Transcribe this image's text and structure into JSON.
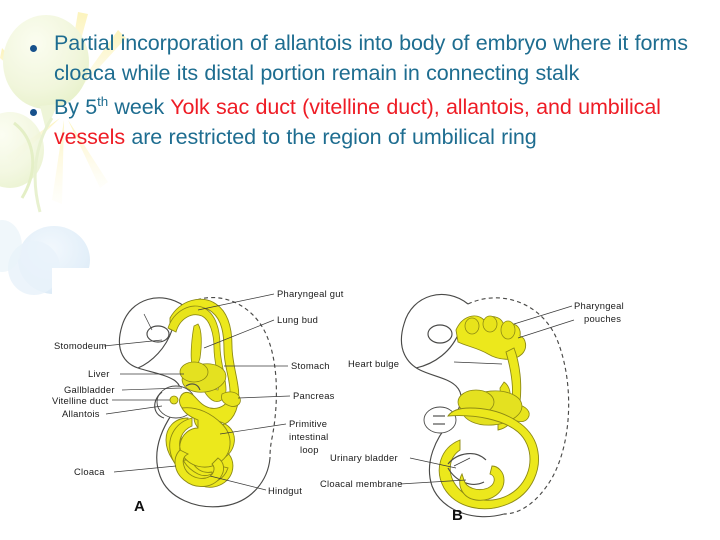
{
  "slide": {
    "background_color": "#ffffff",
    "text_color": "#1e6d90",
    "highlight_color": "#ee1c25",
    "bullet_color": "#17518c"
  },
  "bullets": [
    {
      "id": "bullet-1",
      "segments": [
        {
          "text": "Partial incorporation of allantois into body of embryo where it forms cloaca while its distal portion remain in connecting stalk",
          "emphasis": false
        }
      ],
      "plain": "Partial incorporation of allantois into body of embryo where it forms cloaca while its distal portion remain in connecting stalk"
    },
    {
      "id": "bullet-2",
      "lead_text": "By 5",
      "ordinal_suffix": "th",
      "mid_text": " week ",
      "highlight_text": "Yolk sac duct (vitelline duct), allantois, and umbilical vessels",
      "tail_text": " are restricted to the region of umbilical ring",
      "plain": "By 5th week Yolk sac duct (vitelline duct), allantois, and umbilical vessels are restricted to the region of umbilical ring"
    }
  ],
  "figure": {
    "caption_a": "A",
    "caption_b": "B",
    "panel_a_labels": {
      "pharyngeal_gut": "Pharyngeal gut",
      "lung_bud": "Lung bud",
      "stomach": "Stomach",
      "pancreas": "Pancreas",
      "primitive_line1": "Primitive",
      "primitive_line2": "intestinal",
      "primitive_line3": "loop",
      "hindgut": "Hindgut",
      "stomodeum": "Stomodeum",
      "liver": "Liver",
      "gallbladder": "Gallbladder",
      "vitelline_duct": "Vitelline duct",
      "allantois": "Allantois",
      "cloaca": "Cloaca"
    },
    "panel_b_labels": {
      "pharyngeal_line1": "Pharyngeal",
      "pharyngeal_line2": "pouches",
      "heart_bulge": "Heart bulge",
      "urinary_bladder": "Urinary bladder",
      "cloacal_membrane": "Cloacal membrane"
    },
    "colors": {
      "gut_yellow": "#ece81c",
      "outline_gray": "#4a4a48"
    }
  }
}
